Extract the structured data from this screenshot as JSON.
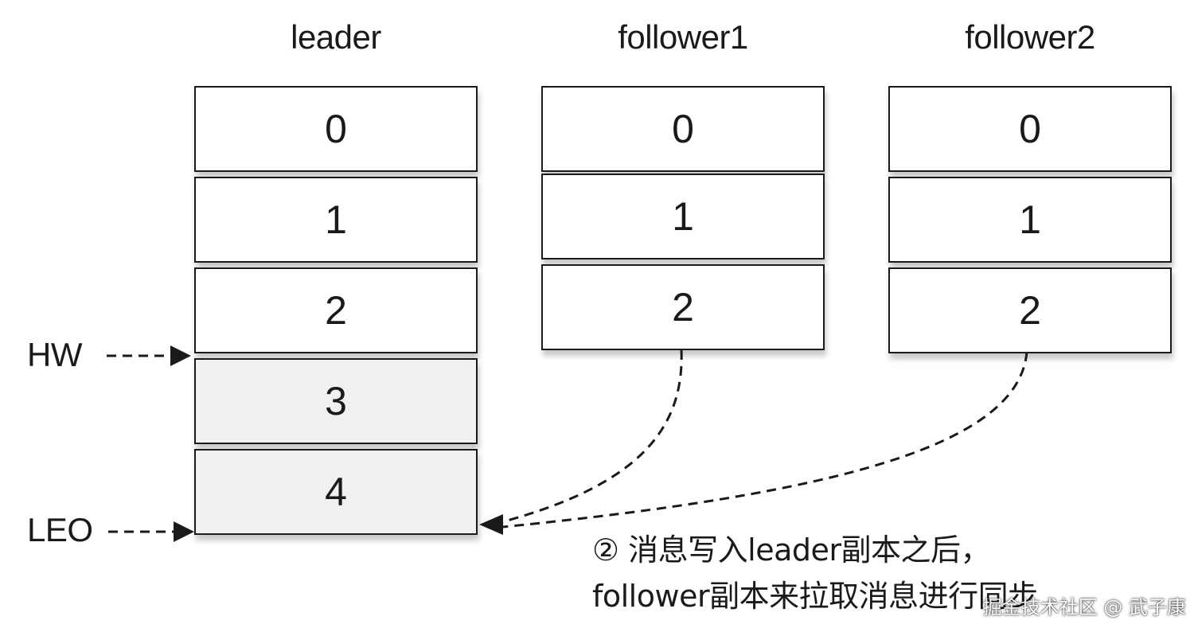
{
  "columns": [
    {
      "title": "leader",
      "cells": [
        "0",
        "1",
        "2",
        "3",
        "4"
      ]
    },
    {
      "title": "follower1",
      "cells": [
        "0",
        "1",
        "2"
      ]
    },
    {
      "title": "follower2",
      "cells": [
        "0",
        "1",
        "2"
      ]
    }
  ],
  "markers": {
    "hw": "HW",
    "leo": "LEO"
  },
  "note": {
    "line1": "② 消息写入leader副本之后，",
    "line2": "follower副本来拉取消息进行同步"
  },
  "watermark": "掘金技术社区 @ 武子康"
}
